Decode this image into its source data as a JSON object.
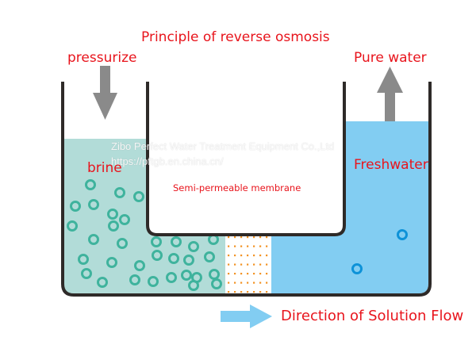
{
  "title": "Principle of reverse osmosis",
  "labels": {
    "pressurize": "pressurize",
    "pure_water": "Pure water",
    "brine": "brine",
    "freshwater": "Freshwater",
    "membrane": "Semi-permeable membrane",
    "flow_direction": "Direction of Solution Flow"
  },
  "watermark": {
    "company": "Zibo Perfect Water Treatment Equipment Co.,Ltd",
    "url": "https://pftgb.en.china.cn/"
  },
  "icons": {
    "pressurize_arrow": "arrow-down-icon",
    "pure_water_arrow": "arrow-up-icon",
    "flow_arrow": "arrow-right-icon"
  },
  "colors": {
    "label_red": "#e8141c",
    "tank_wall": "#2e2a28",
    "brine_fill": "#b2dcd8",
    "brine_particle": "#3fb39d",
    "fresh_fill": "#82cdf2",
    "fresh_particle": "#0d92d8",
    "membrane_dots": "#f39325",
    "arrow_gray": "#8a8a8a",
    "flow_arrow": "#82cdf2"
  }
}
